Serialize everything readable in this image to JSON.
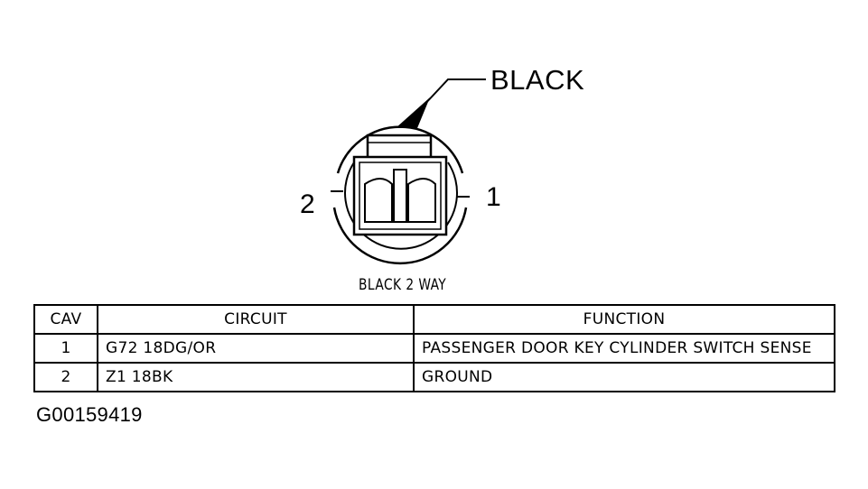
{
  "connector": {
    "color_callout": "BLACK",
    "pin_left_label": "2",
    "pin_right_label": "1",
    "caption": "BLACK 2 WAY"
  },
  "table": {
    "headers": {
      "cav": "CAV",
      "circuit": "CIRCUIT",
      "function": "FUNCTION"
    },
    "rows": [
      {
        "cav": "1",
        "circuit": "G72 18DG/OR",
        "function": "PASSENGER DOOR KEY CYLINDER SWITCH SENSE"
      },
      {
        "cav": "2",
        "circuit": "Z1 18BK",
        "function": "GROUND"
      }
    ]
  },
  "figure_id": "G00159419",
  "colors": {
    "ink": "#000000",
    "background": "#ffffff"
  }
}
